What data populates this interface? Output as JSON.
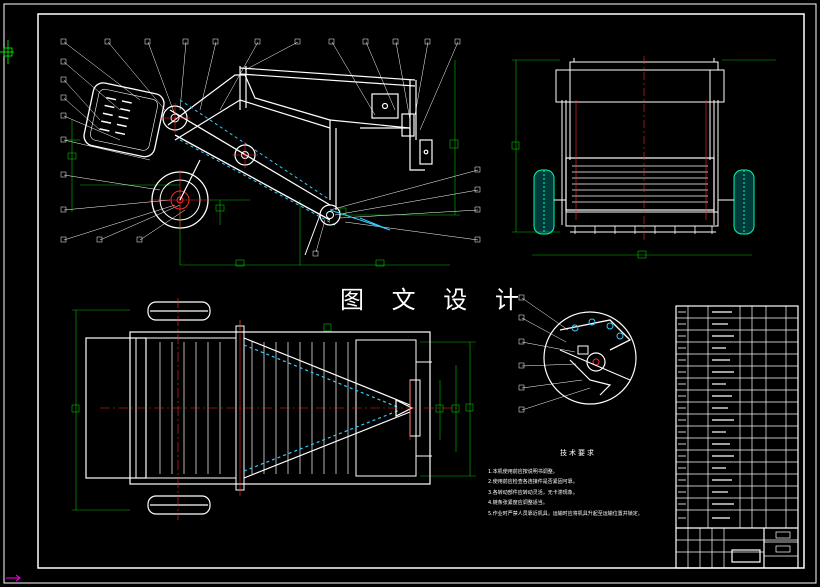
{
  "drawing": {
    "watermark": "图 文 设 计",
    "tech_title": "技术要求",
    "tech_notes": [
      "1.本机使用前应按说明书调整。",
      "2.使用前应检查各连接件是否紧固可靠。",
      "3.各转动部件应转动灵活，无卡滞现象。",
      "4.链条张紧度应调整适当。",
      "5.作业时严禁人员靠近机具，运输时应将机具升起至运输位置并锁定。"
    ],
    "colors": {
      "background": "#000000",
      "line": "#ffffff",
      "centerline": "#ff2a2a",
      "dimension": "#00c000",
      "chain": "#33ccff",
      "wheel_fill": "#00aaaa",
      "frame_border": "#ffffff"
    }
  }
}
